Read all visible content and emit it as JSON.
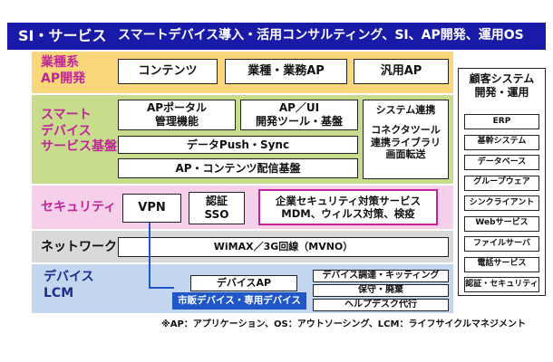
{
  "header": {
    "title": "SI・サービス",
    "subtitle": "スマートデバイス導入・活用コンサルティング、SI、AP開発、運用OS"
  },
  "layers": {
    "gyoshu": {
      "label_line1": "業種系",
      "label_line2": "AP開発",
      "boxes": [
        "コンテンツ",
        "業種・業務AP",
        "汎用AP"
      ]
    },
    "smart": {
      "label_line1": "スマート",
      "label_line2": "デバイス",
      "label_line3": "サービス基盤",
      "portal_line1": "APポータル",
      "portal_line2": "管理機能",
      "apui_line1": "AP／UI",
      "apui_line2": "開発ツール・基盤",
      "push": "データPush・Sync",
      "delivery": "AP・コンテンツ配信基盤",
      "sys_title": "システム連携",
      "sys_line1": "コネクタツール",
      "sys_line2": "連携ライブラリ",
      "sys_line3": "画面転送"
    },
    "security": {
      "label": "セキュリティ",
      "vpn": "VPN",
      "auth_line1": "認証",
      "auth_line2": "SSO",
      "corp_line1": "企業セキュリティ対策サービス",
      "corp_line2": "MDM、ウィルス対策、検疫"
    },
    "network": {
      "label": "ネットワーク",
      "wimax": "WiMAX／3G回線（MVNO）"
    },
    "lcm": {
      "label_line1": "デバイス",
      "label_line2": "LCM",
      "device_ap": "デバイスAP",
      "market": "市販デバイス・専用デバイス",
      "procure": "デバイス調達・キッティング",
      "maintenance": "保守・廃棄",
      "helpdesk": "ヘルプデスク代行"
    }
  },
  "customer": {
    "title_line1": "顧客システム",
    "title_line2": "開発・運用",
    "items": [
      "ERP",
      "基幹システム",
      "データベース",
      "グループウェア",
      "シンクライアント",
      "Webサービス",
      "ファイルサーバ",
      "電話サービス",
      "認証・セキュリティ"
    ]
  },
  "footnote": "※AP：アプリケーション、OS：アウトソーシング、LCM：ライフサイクルマネジメント",
  "colors": {
    "header_bg": "#1a1aa8",
    "gyoshu_bg": "#f9d77a",
    "smart_bg": "#c7dd8c",
    "security_bg": "#f6d0ea",
    "network_bg": "#d9d9d9",
    "lcm_bg": "#c2d6ef",
    "magenta": "#c0269a",
    "navy": "#1e2d8c",
    "blue_box": "#1f56c8"
  }
}
